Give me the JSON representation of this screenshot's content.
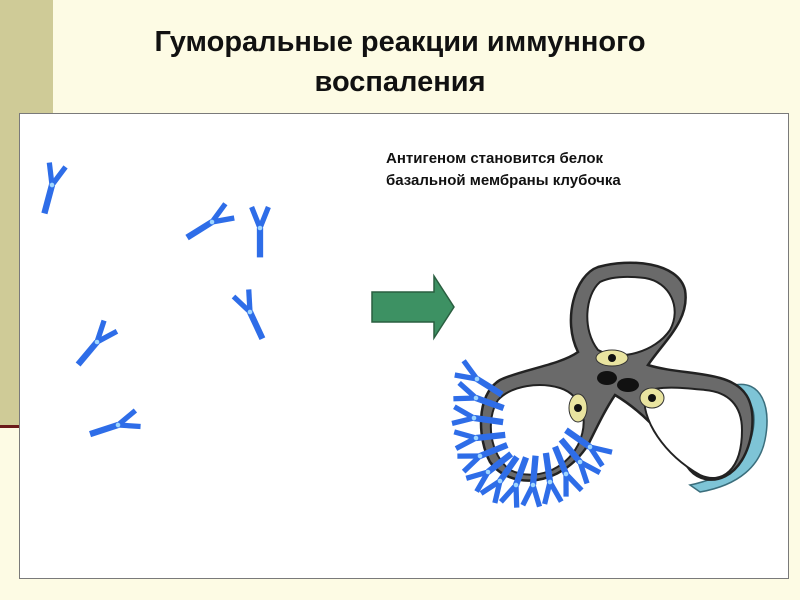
{
  "slide": {
    "title_line1": "Гуморальные реакции иммунного",
    "title_line2": "воспаления",
    "caption_line1": "Антигеном становится белок",
    "caption_line2": "базальной мембраны клубочка"
  },
  "colors": {
    "antibody": "#2e6de8",
    "arrow": "#3d9163",
    "membrane": "#5a5a5a",
    "cell": "#e9e4a0",
    "podocyte": "#7ec4d6"
  },
  "icons": {
    "arrow": "right-arrow-icon",
    "antibody": "antibody-y-icon"
  }
}
